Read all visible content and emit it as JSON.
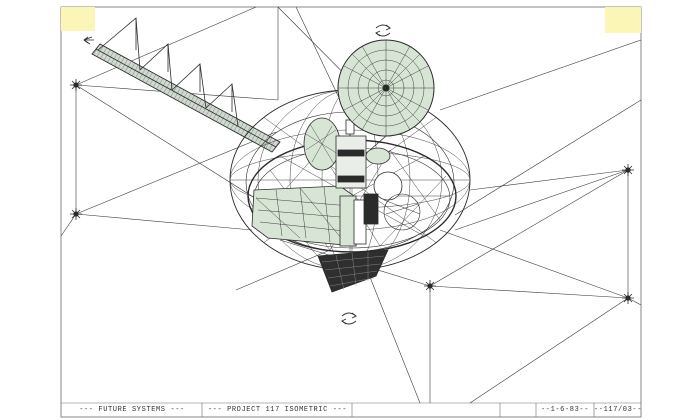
{
  "title_block": {
    "firm": "--- FUTURE SYSTEMS ---",
    "project": "--- PROJECT 117  ISOMETRIC ---",
    "date": "--1-6-83--",
    "sheet": "--117/03--"
  },
  "drawing": {
    "paper": "#ffffff",
    "ink": "#2b2b2b",
    "tint": "#d7e5d5",
    "tab_color": "#fbf6b6"
  }
}
